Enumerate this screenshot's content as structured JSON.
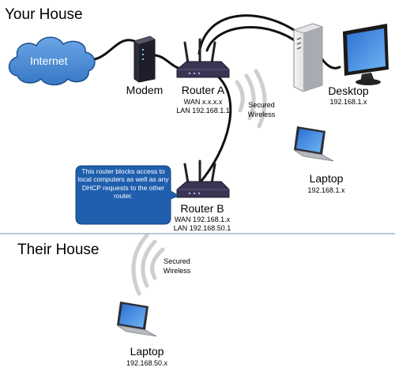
{
  "sections": {
    "your_house": "Your House",
    "their_house": "Their House"
  },
  "cloud": {
    "label": "Internet"
  },
  "modem": {
    "label": "Modem"
  },
  "router_a": {
    "label": "Router A",
    "wan": "WAN x.x.x.x",
    "lan": "LAN 192.168.1.1"
  },
  "router_b": {
    "label": "Router B",
    "wan": "WAN 192.168.1.x",
    "lan": "LAN 192.168.50.1"
  },
  "desktop": {
    "label": "Desktop",
    "ip": "192.168.1.x"
  },
  "laptop_home": {
    "label": "Laptop",
    "ip": "192.168.1.x"
  },
  "laptop_their": {
    "label": "Laptop",
    "ip": "192.168.50.x"
  },
  "wireless_a": {
    "line1": "Secured",
    "line2": "Wireless"
  },
  "wireless_b": {
    "line1": "Secured",
    "line2": "Wireless"
  },
  "callout": {
    "text": "This router blocks access to local computers as well as any DHCP requests to the other router."
  },
  "colors": {
    "cloud_fill": "#4a8bd6",
    "cloud_stroke": "#1f4f8f",
    "callout_fill": "#1f5fae",
    "divider": "#9fb5d1",
    "cable": "#111111",
    "router_body": "#3a3553"
  }
}
